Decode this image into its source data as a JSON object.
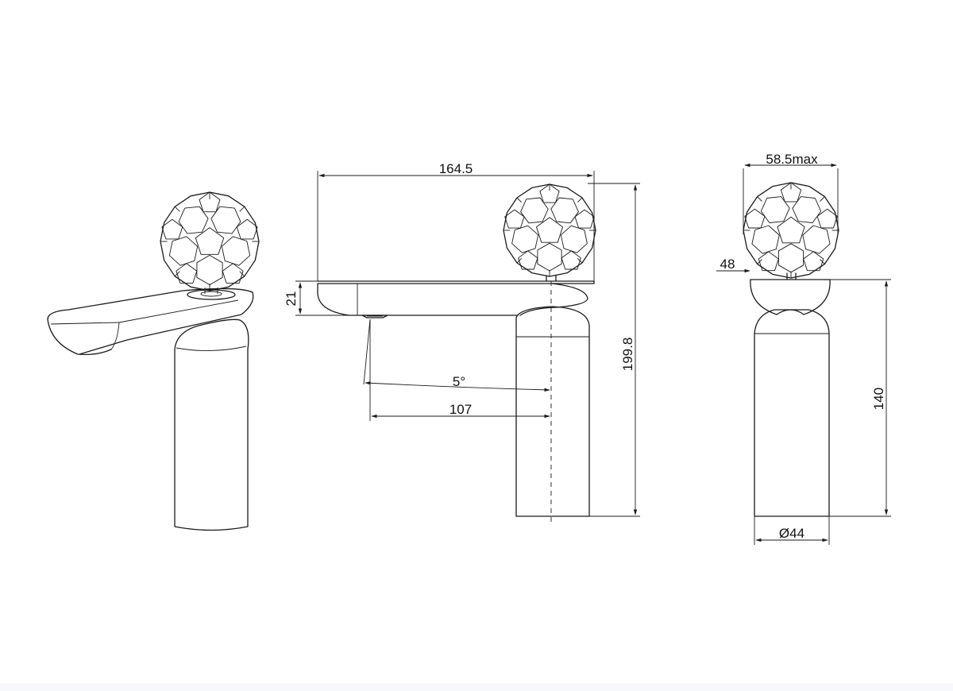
{
  "dimensions": {
    "spout_reach_total": "164.5",
    "spout_height": "21",
    "overall_height": "199.8",
    "angle": "5°",
    "outlet_reach": "107",
    "handle_width": "58.5max",
    "handle_base": "48",
    "body_height": "140",
    "body_diameter": "Ø44"
  },
  "colors": {
    "line": "#1a1a1a",
    "background": "#ffffff"
  }
}
